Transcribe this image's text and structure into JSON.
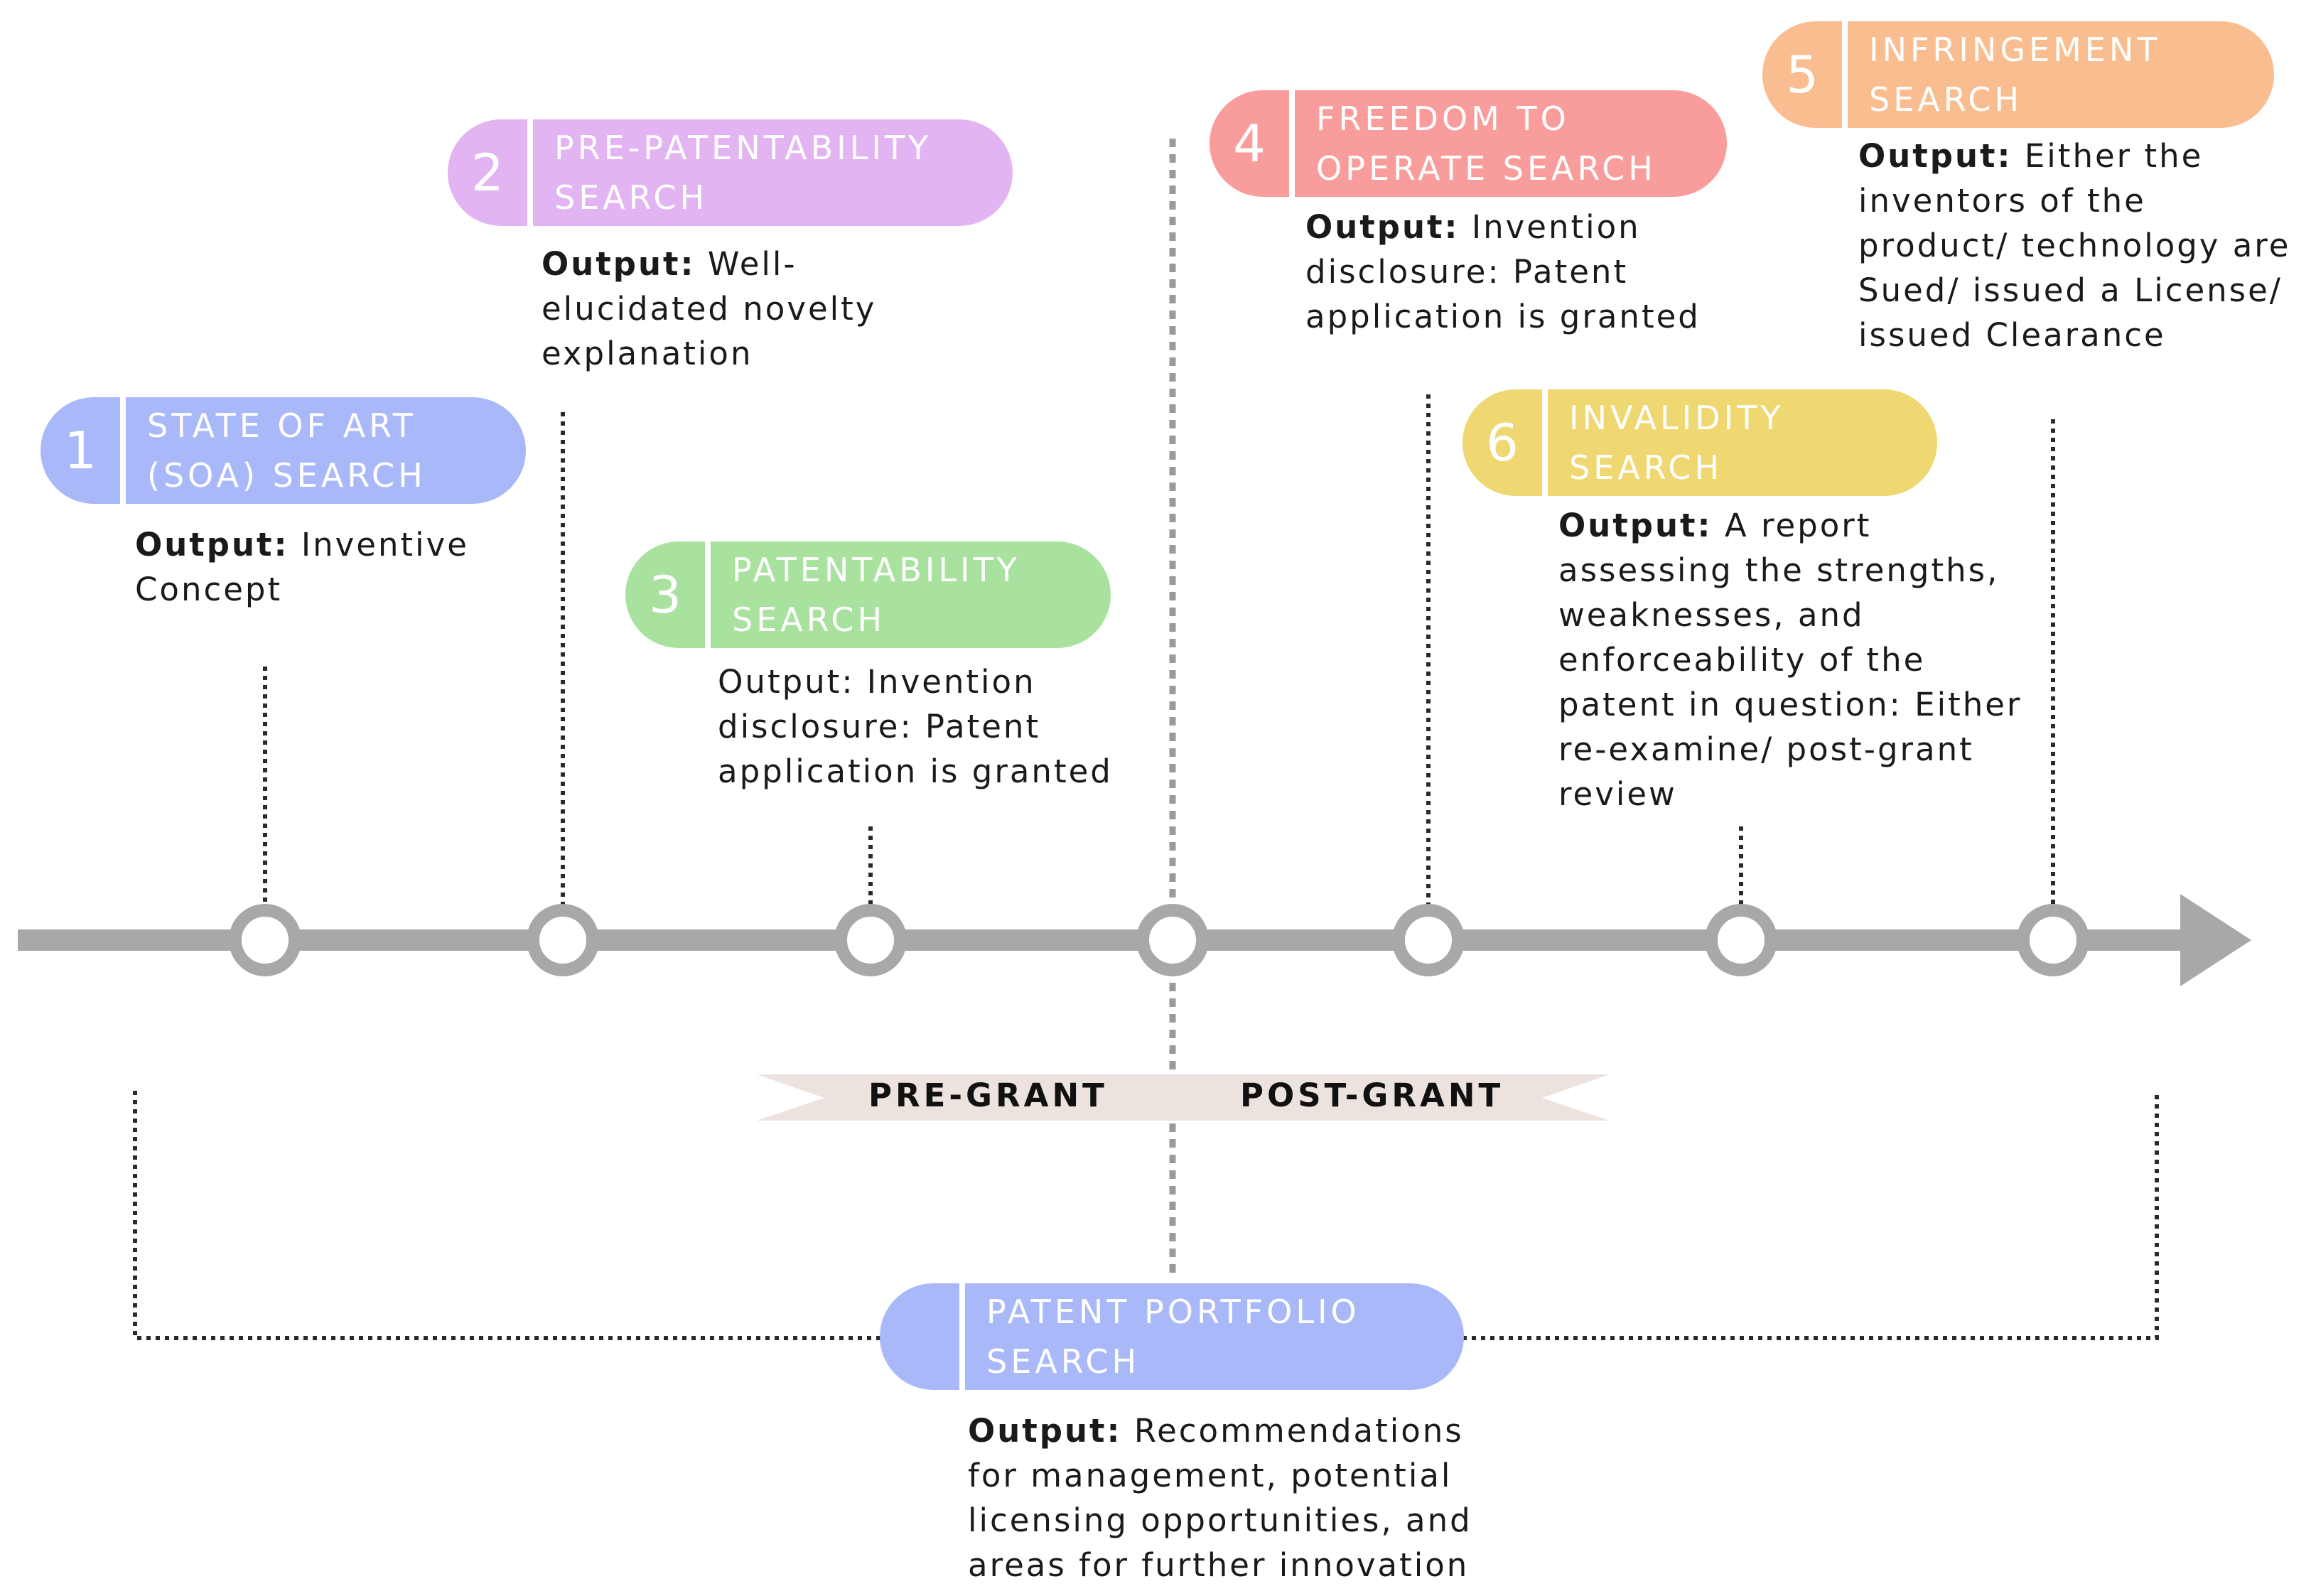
{
  "colors": {
    "timeline": "#a8a8a8",
    "soa": "#a9b8f8",
    "pre_patentability": "#e3b4f2",
    "patentability": "#a8e29e",
    "freedom_to_operate": "#f99c9c",
    "infringement": "#f9bd90",
    "invalidity": "#efd772",
    "portfolio": "#a9b8f8",
    "ribbon": "#ede3de"
  },
  "phases": {
    "pre_grant": "PRE-GRANT",
    "post_grant": "POST-GRANT"
  },
  "stages": [
    {
      "number": "1",
      "title": "STATE OF ART\n(SOA) SEARCH",
      "output_label": "Output:",
      "output_text": " Inventive\nConcept"
    },
    {
      "number": "2",
      "title": "PRE-PATENTABILITY\nSEARCH",
      "output_label": "Output:",
      "output_text": " Well-\nelucidated novelty\nexplanation"
    },
    {
      "number": "3",
      "title": "PATENTABILITY\nSEARCH",
      "output_label": "",
      "output_text": "Output: Invention\ndisclosure: Patent\napplication is granted"
    },
    {
      "number": "4",
      "title": "FREEDOM TO\nOPERATE SEARCH",
      "output_label": "Output:",
      "output_text": " Invention\ndisclosure: Patent\napplication is granted"
    },
    {
      "number": "5",
      "title": "INFRINGEMENT\nSEARCH",
      "output_label": "Output:",
      "output_text": " Either the\ninventors of the\nproduct/ technology are\nSued/ issued a License/\nissued Clearance"
    },
    {
      "number": "6",
      "title": "INVALIDITY\nSEARCH",
      "output_label": "Output:",
      "output_text": " A report\nassessing the strengths,\nweaknesses, and\nenforceability of the\npatent in question: Either\nre-examine/ post-grant\nreview"
    }
  ],
  "portfolio": {
    "title": "PATENT PORTFOLIO\nSEARCH",
    "output_label": "Output:",
    "output_text": " Recommendations\nfor management, potential\nlicensing opportunities, and\nareas for further innovation"
  }
}
